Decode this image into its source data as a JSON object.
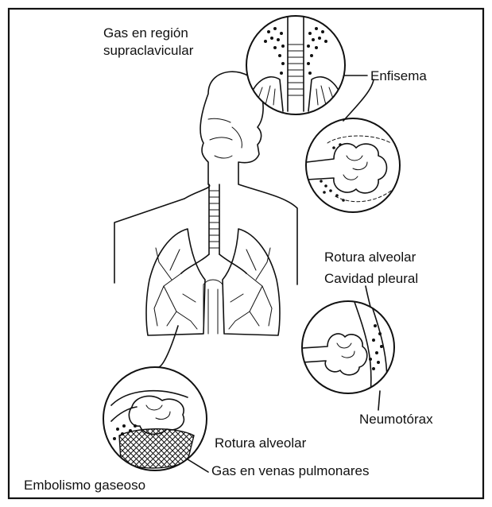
{
  "labels": {
    "supraclavicular": [
      "Gas en región",
      "supraclavicular"
    ],
    "enfisema": "Enfisema",
    "rotura_alveolar_1": "Rotura alveolar",
    "cavidad_pleural": "Cavidad pleural",
    "neumotorax": "Neumotórax",
    "rotura_alveolar_2": "Rotura alveolar",
    "gas_venas": "Gas en venas pulmonares",
    "embolismo": "Embolismo gaseoso"
  },
  "colors": {
    "ink": "#111111",
    "paper": "#ffffff"
  }
}
